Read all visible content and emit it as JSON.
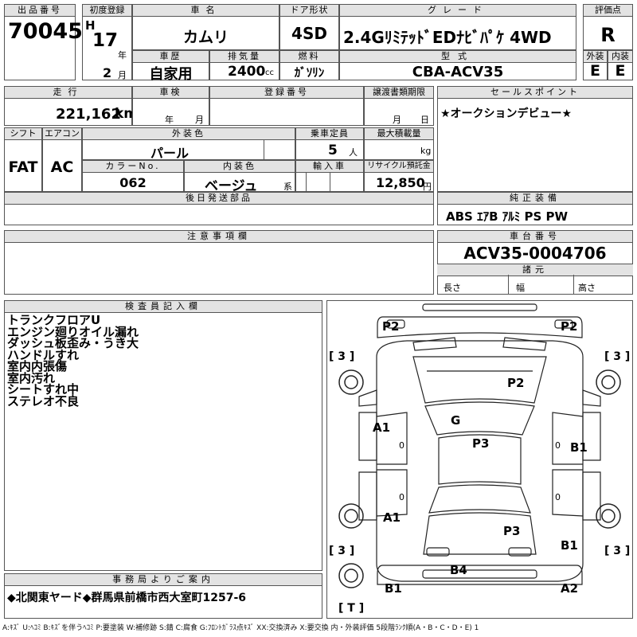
{
  "lot": {
    "label": "出品番号",
    "value": "70045"
  },
  "first_reg": {
    "label": "初度登録",
    "era": "H",
    "year": "17",
    "year_unit": "年",
    "month": "2",
    "month_unit": "月"
  },
  "car_name": {
    "label": "車名",
    "value": "カムリ"
  },
  "door": {
    "label": "ドア形状",
    "value": "4SD"
  },
  "grade": {
    "label": "グレード",
    "value": "2.4GﾘﾐﾃｯﾄﾞEDﾅﾋﾞﾊﾟｹ 4WD"
  },
  "score": {
    "label": "評価点",
    "value": "R"
  },
  "history": {
    "label": "車歴",
    "value": "自家用"
  },
  "displacement": {
    "label": "排気量",
    "value": "2400",
    "unit": "cc"
  },
  "fuel": {
    "label": "燃料",
    "value": "ｶﾞｿﾘﾝ"
  },
  "model": {
    "label": "型式",
    "value": "CBA-ACV35"
  },
  "ext_score": {
    "label": "外装",
    "value": "E"
  },
  "int_score": {
    "label": "内装",
    "value": "E"
  },
  "mileage": {
    "label": "走行",
    "value": "221,162",
    "unit": "km"
  },
  "inspection": {
    "label": "車検",
    "year_unit": "年",
    "month_unit": "月"
  },
  "reg_number": {
    "label": "登録番号"
  },
  "transfer_deadline": {
    "label": "譲渡書類期限",
    "month_unit": "月",
    "day_unit": "日"
  },
  "sales_point": {
    "label": "セールスポイント",
    "text": "★オークションデビュー★"
  },
  "shift": {
    "label": "シフト",
    "value": "FAT"
  },
  "ac": {
    "label": "エアコン",
    "value": "AC"
  },
  "ext_color": {
    "label": "外装色",
    "value": "パール"
  },
  "capacity": {
    "label": "乗車定員",
    "value": "5",
    "unit": "人"
  },
  "max_load": {
    "label": "最大積載量",
    "unit": "kg"
  },
  "color_no": {
    "label": "カラーNo.",
    "value": "062"
  },
  "int_color": {
    "label": "内装色",
    "value": "ベージュ",
    "unit": "系"
  },
  "import": {
    "label": "輸入車"
  },
  "recycle": {
    "label": "リサイクル預託金",
    "value": "12,850",
    "unit": "円"
  },
  "later_parts": {
    "label": "後日発送部品"
  },
  "equipment": {
    "label": "純正装備",
    "value": "ABS ｴｱB ｱﾙﾐ PS PW"
  },
  "notes": {
    "label": "注意事項欄"
  },
  "chassis": {
    "label": "車台番号",
    "value": "ACV35-0004706"
  },
  "dims": {
    "label": "諸元",
    "length": "長さ",
    "width": "幅",
    "height": "高さ"
  },
  "inspector": {
    "label": "検査員記入欄",
    "lines": [
      "トランクフロアU",
      "エンジン廻りオイル漏れ",
      "ダッシュ板歪み・うき大",
      "ハンドルすれ",
      "室内内張傷",
      "室内汚れ",
      "シートすれ中",
      "ステレオ不良"
    ]
  },
  "office": {
    "label": "事務局よりご案内",
    "text": "◆北関東ヤード◆群馬県前橋市西大室町1257-6"
  },
  "diagram": {
    "bracket_labels": [
      "[ 3 ]",
      "[ 3 ]",
      "[ 3 ]",
      "[ 3 ]",
      "[ T ]"
    ],
    "marks": [
      "P2",
      "P2",
      "P2",
      "G",
      "A1",
      "P3",
      "B1",
      "A1",
      "P3",
      "B1",
      "B4",
      "B1",
      "A2"
    ],
    "zeros": [
      "0",
      "0",
      "0",
      "0"
    ]
  },
  "footer": "A:ｷｽﾞ U:ﾍｺﾐ B:ｷｽﾞを伴うﾍｺﾐ P:要塗装 W:補修跡 S:錆 C:腐食 G:ﾌﾛﾝﾄｶﾞﾗｽ点ｷｽﾞ XX:交換済み X:要交換 内・外装評価 5段階ﾗﾝｸ順(A・B・C・D・E) 1"
}
